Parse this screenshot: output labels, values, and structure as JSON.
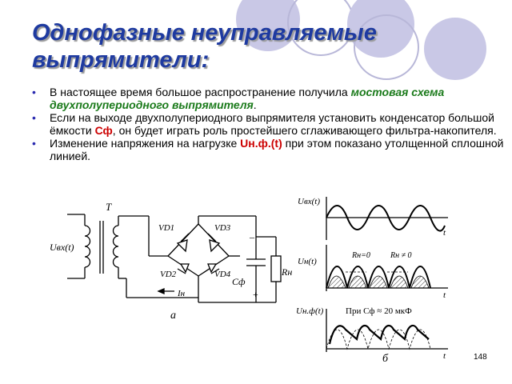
{
  "title": "Однофазные неуправляемые выпрямители:",
  "bullets": [
    {
      "before": "В настоящее время большое распространение получила ",
      "highlight": "мостовая схема двухполупериодного выпрямителя",
      "after": "."
    },
    {
      "before": "Если на выходе двухполупериодного выпрямителя установить конденсатор большой ёмкости ",
      "highlight": "Сф",
      "after": ", он будет играть роль простейшего сглаживающего фильтра-накопителя."
    },
    {
      "before": "Изменение напряжения на нагрузке ",
      "highlight": "Uн.ф.(t)",
      "after": " при этом показано утолщенной сплошной линией."
    }
  ],
  "circuit": {
    "transformer": "T",
    "input": "Uвх(t)",
    "diodes": [
      "VD1",
      "VD2",
      "VD3",
      "VD4"
    ],
    "capacitor": "Cф",
    "load": "Rн",
    "current": "Iн",
    "minus": "–",
    "plus": "+",
    "caption": "а"
  },
  "graphs": {
    "top_label": "Uвх(t)",
    "mid_label": "Uн(t)",
    "bottom_label": "Uн.ф(t)",
    "t_axis": "t",
    "rn_zero": "Rн=0",
    "rn_nonzero": "Rн ≠ 0",
    "cap_note": "При Cф ≈ 20 мкФ",
    "caption": "б"
  },
  "page_number": "148",
  "colors": {
    "title": "#1e3aa0",
    "green": "#1a7a1a",
    "red": "#cc0000",
    "deco": "#c9c8e6"
  }
}
